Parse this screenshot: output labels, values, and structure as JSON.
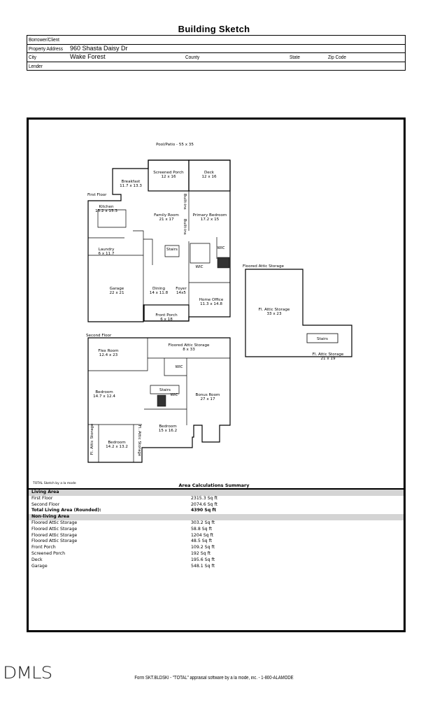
{
  "header": {
    "title": "Building Sketch"
  },
  "info": {
    "borrower_label": "Borrower/Client",
    "borrower_value": "",
    "address_label": "Property Address",
    "address_value": "960 Shasta Daisy Dr",
    "city_label": "City",
    "city_value": "Wake Forest",
    "county_label": "County",
    "state_label": "State",
    "zip_label": "Zip Code",
    "lender_label": "Lender"
  },
  "sketch": {
    "pool": "Pool/Patio - 55 x 35",
    "first_floor": {
      "label": "First Floor",
      "rooms": [
        {
          "name": "Screened Porch",
          "dim": "12 x 16"
        },
        {
          "name": "Deck",
          "dim": "12 x 16"
        },
        {
          "name": "Breakfast",
          "dim": "11.7 x 13.3"
        },
        {
          "name": "Kitchen",
          "dim": "15.2 x 15.3"
        },
        {
          "name": "Family Room",
          "dim": "21 x 17"
        },
        {
          "name": "Primary Bedroom",
          "dim": "17.2 x 15"
        },
        {
          "name": "Laundry",
          "dim": "6 x 11.7"
        },
        {
          "name": "Stairs",
          "dim": ""
        },
        {
          "name": "WIC",
          "dim": ""
        },
        {
          "name": "WIC",
          "dim": ""
        },
        {
          "name": "Garage",
          "dim": "22 x 21"
        },
        {
          "name": "Dining",
          "dim": "14 x 11.8"
        },
        {
          "name": "Foyer",
          "dim": "14x5"
        },
        {
          "name": "Home Office",
          "dim": "11.3 x 14.8"
        },
        {
          "name": "Front Porch",
          "dim": "6 x 18"
        }
      ],
      "builtins": "Built-ins"
    },
    "second_floor": {
      "label": "Second Floor",
      "rooms": [
        {
          "name": "Flex Room",
          "dim": "12.4 x 23"
        },
        {
          "name": "Floored Attic Storage",
          "dim": "8 x 33"
        },
        {
          "name": "WIC",
          "dim": ""
        },
        {
          "name": "Bedroom",
          "dim": "14.7 x 12.4"
        },
        {
          "name": "Stairs",
          "dim": ""
        },
        {
          "name": "WIC",
          "dim": ""
        },
        {
          "name": "Bonus Room",
          "dim": "27 x 17"
        },
        {
          "name": "Bedroom",
          "dim": "15 x 16.2"
        },
        {
          "name": "Bedroom",
          "dim": "14.2 x 13.2"
        },
        {
          "name": "Fl. Attic Storage",
          "dim": ""
        },
        {
          "name": "Fl. Attic Storage",
          "dim": ""
        }
      ]
    },
    "attic": {
      "label": "Floored Attic Storage",
      "rooms": [
        {
          "name": "Fl. Attic Storage",
          "dim": "33 x 23"
        },
        {
          "name": "Stairs",
          "dim": ""
        },
        {
          "name": "Fl. Attic Storage",
          "dim": "21 x 19"
        }
      ]
    }
  },
  "summary": {
    "credit": "TOTAL Sketch by a la mode",
    "title": "Area Calculations Summary",
    "living_header": "Living Area",
    "living": [
      {
        "label": "First Floor",
        "value": "2315.3 Sq ft"
      },
      {
        "label": "Second Floor",
        "value": "2074.6 Sq ft"
      }
    ],
    "total": {
      "label": "Total Living Area (Rounded):",
      "value": "4390 Sq ft"
    },
    "nonliving_header": "Non-living Area",
    "nonliving": [
      {
        "label": "Floored Attic Storage",
        "value": "303.2 Sq ft"
      },
      {
        "label": "Floored Attic Storage",
        "value": "58.8 Sq ft"
      },
      {
        "label": "Floored Attic Storage",
        "value": "1204 Sq ft"
      },
      {
        "label": "Floored Attic Storage",
        "value": "48.5 Sq ft"
      },
      {
        "label": "Front Porch",
        "value": "109.2 Sq ft"
      },
      {
        "label": "Screened Porch",
        "value": "192 Sq ft"
      },
      {
        "label": "Deck",
        "value": "195.6 Sq ft"
      },
      {
        "label": "Garage",
        "value": "548.1 Sq ft"
      }
    ]
  },
  "footer": {
    "logo": "DMLS",
    "form_text": "Form SKT.BLDSKI - \"TOTAL\" appraisal software by a la mode, inc. - 1-800-ALAMODE"
  }
}
